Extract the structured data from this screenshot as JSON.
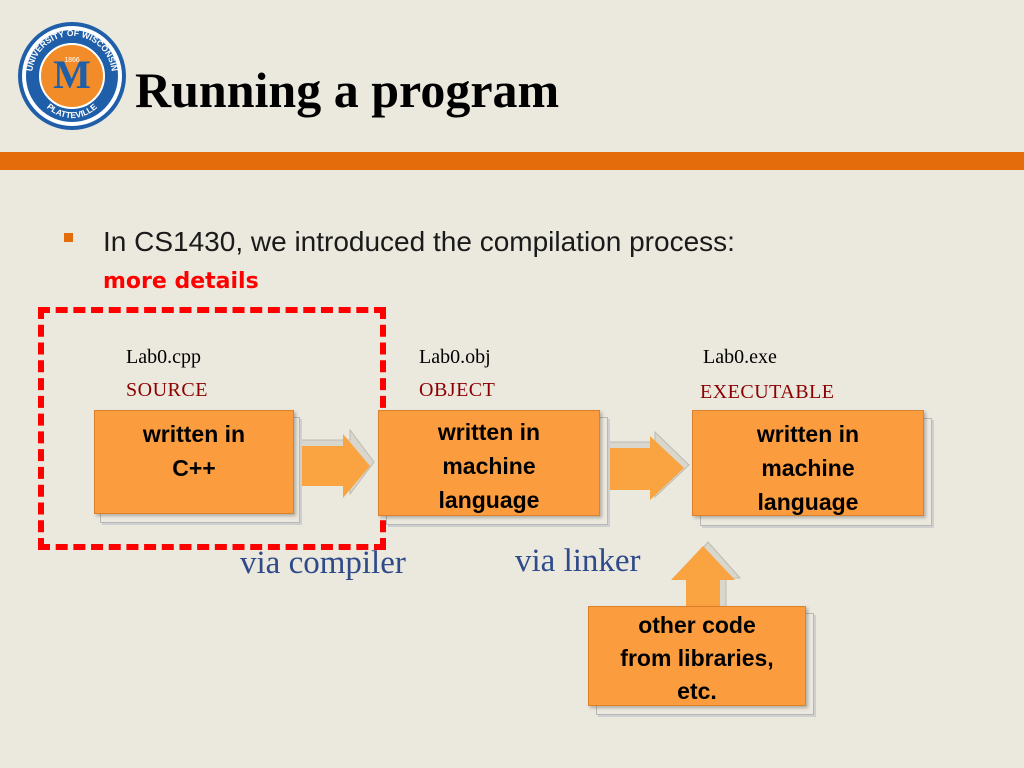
{
  "header": {
    "title": "Running a program",
    "logo_text": "UNIVERSITY OF WISCONSIN",
    "logo_text_bottom": "PLATTEVILLE",
    "logo_year": "1866",
    "logo_letter": "M"
  },
  "bullet": {
    "text": "In CS1430, we introduced the compilation process:",
    "emphasis": "more details"
  },
  "stages": [
    {
      "file": "Lab0.cpp",
      "type": "SOURCE",
      "box_text": "written in\nC++"
    },
    {
      "file": "Lab0.obj",
      "type": "OBJECT",
      "box_text": "written in\nmachine\nlanguage"
    },
    {
      "file": "Lab0.exe",
      "type": "EXECUTABLE",
      "box_text": "written in\nmachine\nlanguage"
    }
  ],
  "libraries_box": "other code\nfrom libraries,\netc.",
  "captions": {
    "compiler": "via compiler",
    "linker": "via linker"
  },
  "colors": {
    "accent_orange": "#e46c0a",
    "box_fill": "#fb9d3e",
    "highlight_red": "#ff0000",
    "type_label": "#8b0000",
    "caption_blue": "#2f4a8a",
    "background": "#ebe8de"
  }
}
